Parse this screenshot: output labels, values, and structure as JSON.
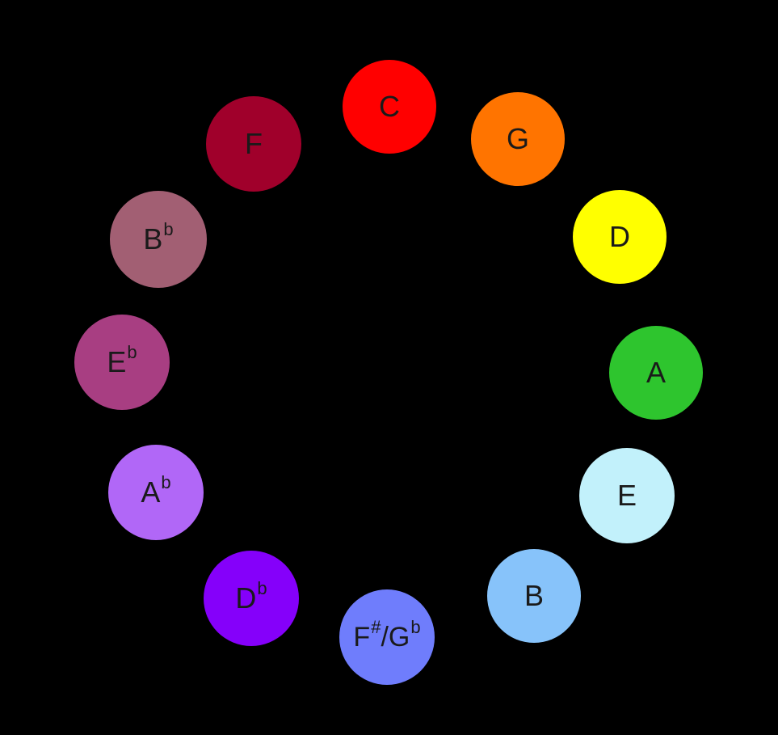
{
  "notes": [
    {
      "id": "C",
      "label": "C",
      "accidental": "",
      "suffix": "",
      "suffix_accidental": "",
      "color": "#ff0000"
    },
    {
      "id": "G",
      "label": "G",
      "accidental": "",
      "suffix": "",
      "suffix_accidental": "",
      "color": "#ff7400"
    },
    {
      "id": "D",
      "label": "D",
      "accidental": "",
      "suffix": "",
      "suffix_accidental": "",
      "color": "#ffff00"
    },
    {
      "id": "A",
      "label": "A",
      "accidental": "",
      "suffix": "",
      "suffix_accidental": "",
      "color": "#2ec52e"
    },
    {
      "id": "E",
      "label": "E",
      "accidental": "",
      "suffix": "",
      "suffix_accidental": "",
      "color": "#c2f1fb"
    },
    {
      "id": "B",
      "label": "B",
      "accidental": "",
      "suffix": "",
      "suffix_accidental": "",
      "color": "#87c3fa"
    },
    {
      "id": "Fs",
      "label": "F",
      "accidental": "#",
      "suffix": "/G",
      "suffix_accidental": "b",
      "color": "#6f7dfc"
    },
    {
      "id": "Db",
      "label": "D",
      "accidental": "b",
      "suffix": "",
      "suffix_accidental": "",
      "color": "#8500fa"
    },
    {
      "id": "Ab",
      "label": "A",
      "accidental": "b",
      "suffix": "",
      "suffix_accidental": "",
      "color": "#b167f7"
    },
    {
      "id": "Eb",
      "label": "E",
      "accidental": "b",
      "suffix": "",
      "suffix_accidental": "",
      "color": "#a83e82"
    },
    {
      "id": "Bb",
      "label": "B",
      "accidental": "b",
      "suffix": "",
      "suffix_accidental": "",
      "color": "#a25f73"
    },
    {
      "id": "F",
      "label": "F",
      "accidental": "",
      "suffix": "",
      "suffix_accidental": "",
      "color": "#a0002b"
    }
  ]
}
